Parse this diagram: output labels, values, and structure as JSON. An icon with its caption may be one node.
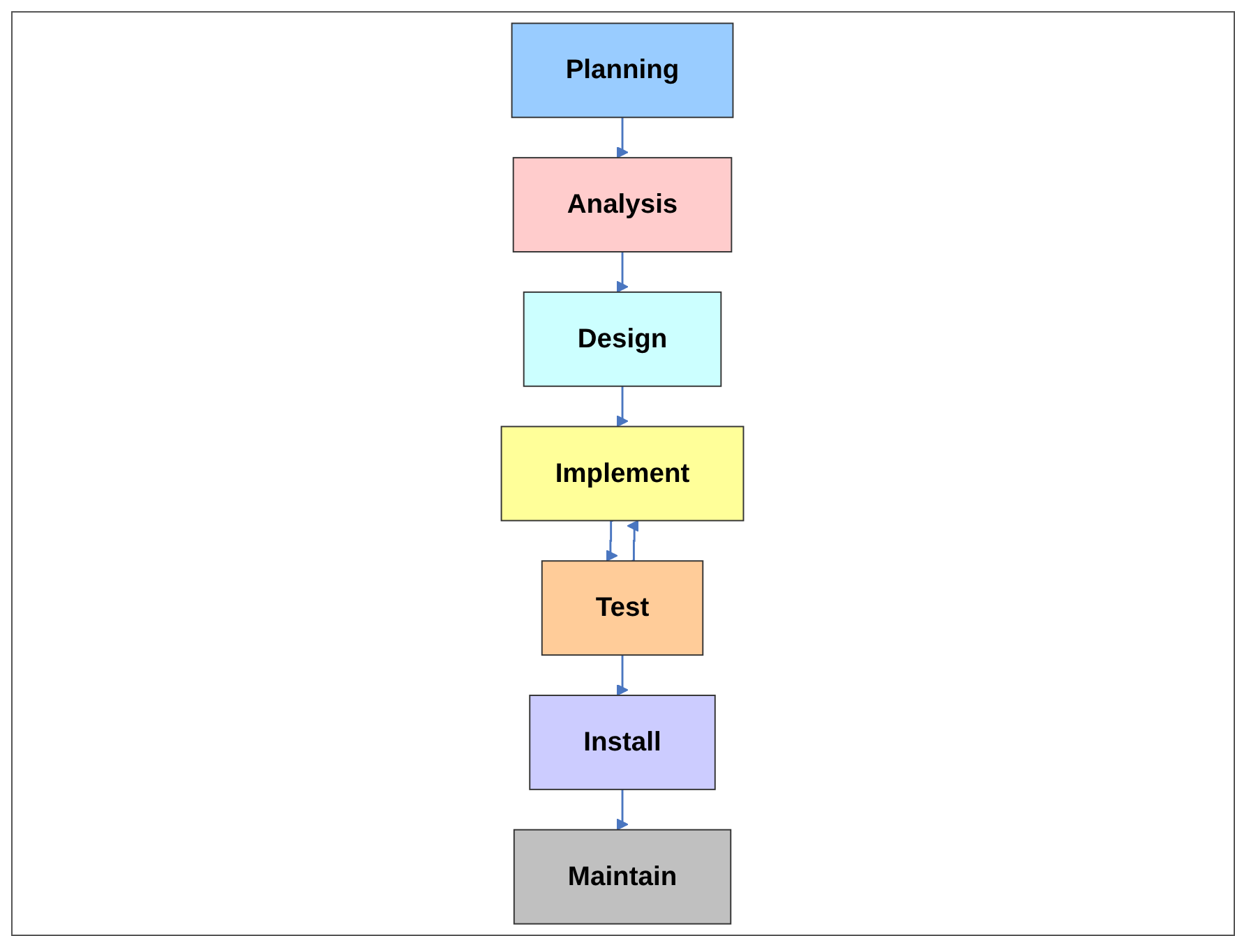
{
  "diagram": {
    "nodes": [
      {
        "text": [
          "Planning"
        ]
      },
      {
        "text": [
          "Analysis"
        ]
      },
      {
        "text": [
          "Design"
        ]
      },
      {
        "text": [
          "Implement"
        ]
      },
      {
        "text": [
          "Test"
        ]
      },
      {
        "text": [
          "Install"
        ]
      },
      {
        "text": [
          "Maintain"
        ]
      }
    ],
    "edges": [
      {
        "from": 0,
        "to": 1,
        "arrow": "to"
      },
      {
        "from": 1,
        "to": 2,
        "arrow": "to"
      },
      {
        "from": 2,
        "to": 3,
        "arrow": "to"
      },
      {
        "from": 3,
        "to": 4,
        "arrow": "to"
      },
      {
        "from": 4,
        "to": 3,
        "arrow": "to"
      },
      {
        "from": 4,
        "to": 5,
        "arrow": "to"
      },
      {
        "from": 5,
        "to": 6,
        "arrow": "to"
      }
    ]
  }
}
